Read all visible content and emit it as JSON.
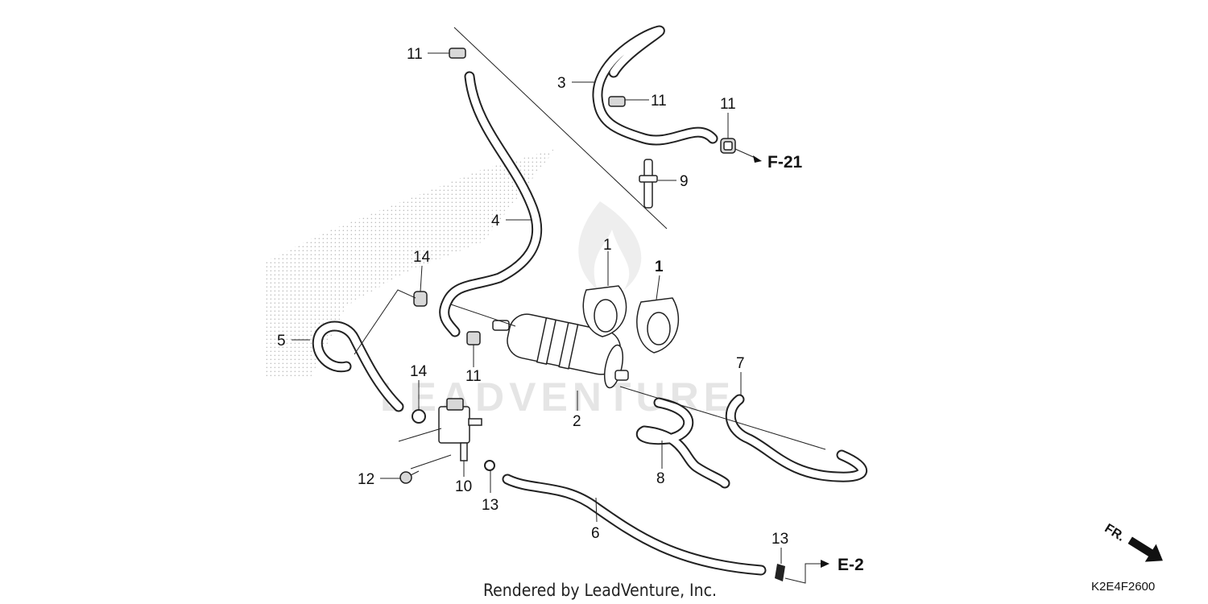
{
  "watermark": "LEADVENTURE",
  "callouts": {
    "c11_a": "11",
    "c3": "3",
    "c11_b": "11",
    "c11_c": "11",
    "c9": "9",
    "c4": "4",
    "c1_a": "1",
    "c1_b": "1",
    "c14_a": "14",
    "c5": "5",
    "c14_b": "14",
    "c11_d": "11",
    "c2": "2",
    "c7": "7",
    "c8": "8",
    "c12": "12",
    "c10": "10",
    "c13_a": "13",
    "c6": "6",
    "c13_b": "13"
  },
  "refs": {
    "f21": "F-21",
    "e2": "E-2"
  },
  "direction_label": "FR.",
  "footer_text": "Rendered by LeadVenture, Inc.",
  "diagram_code": "K2E4F2600"
}
